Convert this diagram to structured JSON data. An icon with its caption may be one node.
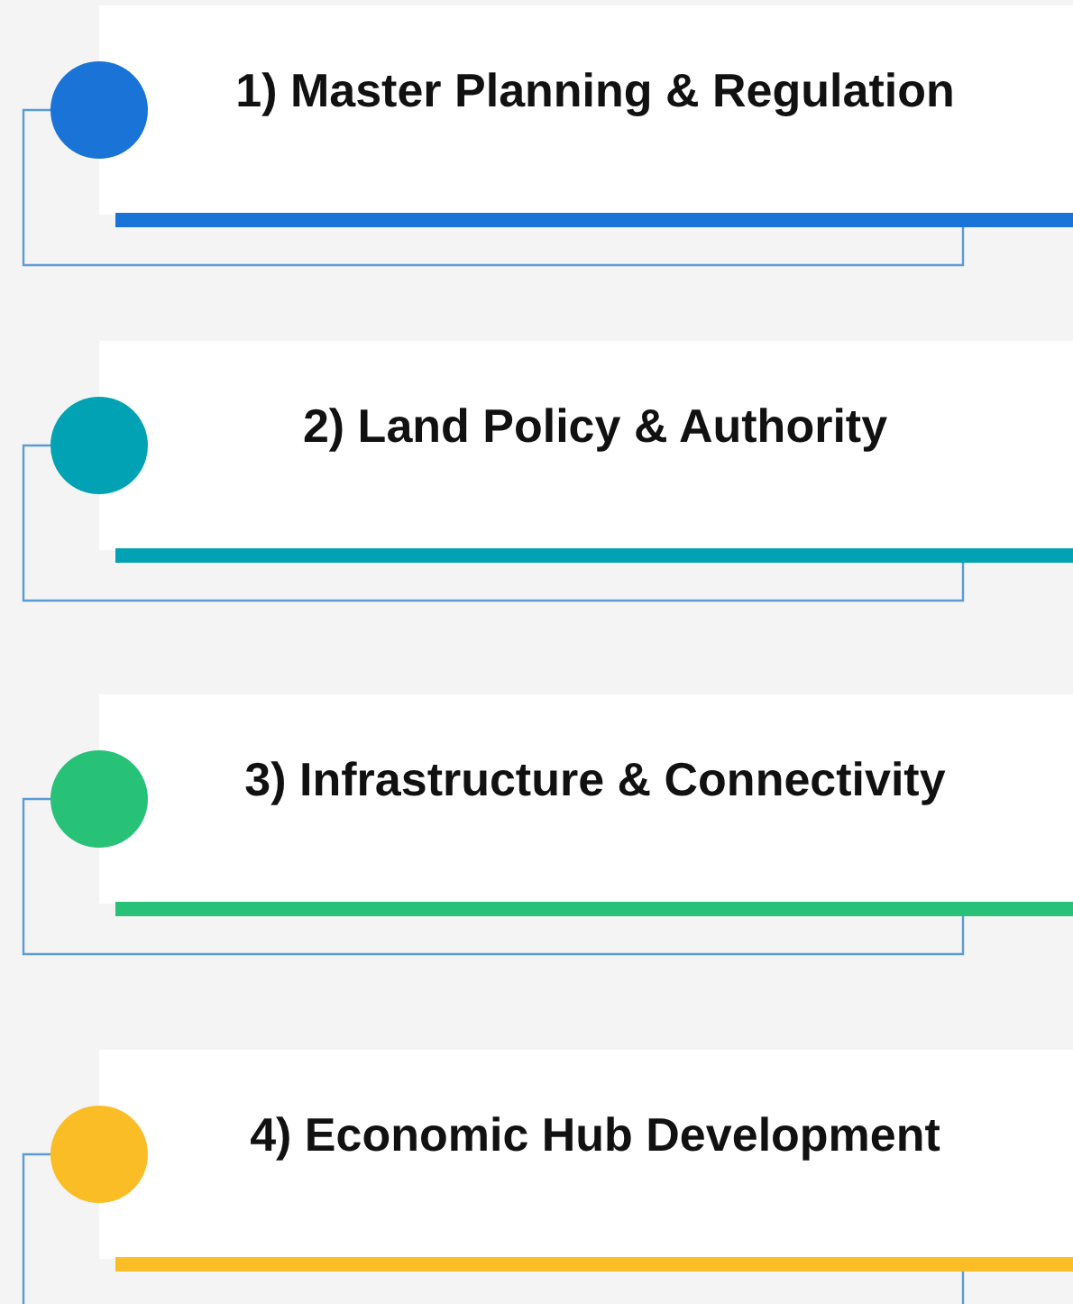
{
  "diagram": {
    "nodes": [
      {
        "text": [
          "1) Master Planning & Regulation"
        ]
      },
      {
        "text": [
          "2) Land Policy & Authority"
        ]
      },
      {
        "text": [
          "3) Infrastructure & Connectivity"
        ]
      },
      {
        "text": [
          "4) Economic Hub Development"
        ]
      }
    ]
  }
}
